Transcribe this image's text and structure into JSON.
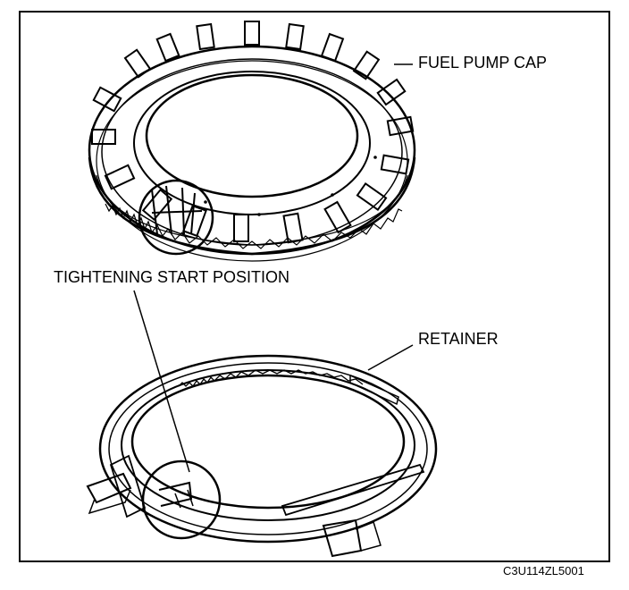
{
  "figure": {
    "labels": {
      "fuel_pump_cap": "FUEL PUMP CAP",
      "tightening_start_position": "TIGHTENING START POSITION",
      "retainer": "RETAINER",
      "figure_code": "C3U114ZL5001"
    }
  }
}
